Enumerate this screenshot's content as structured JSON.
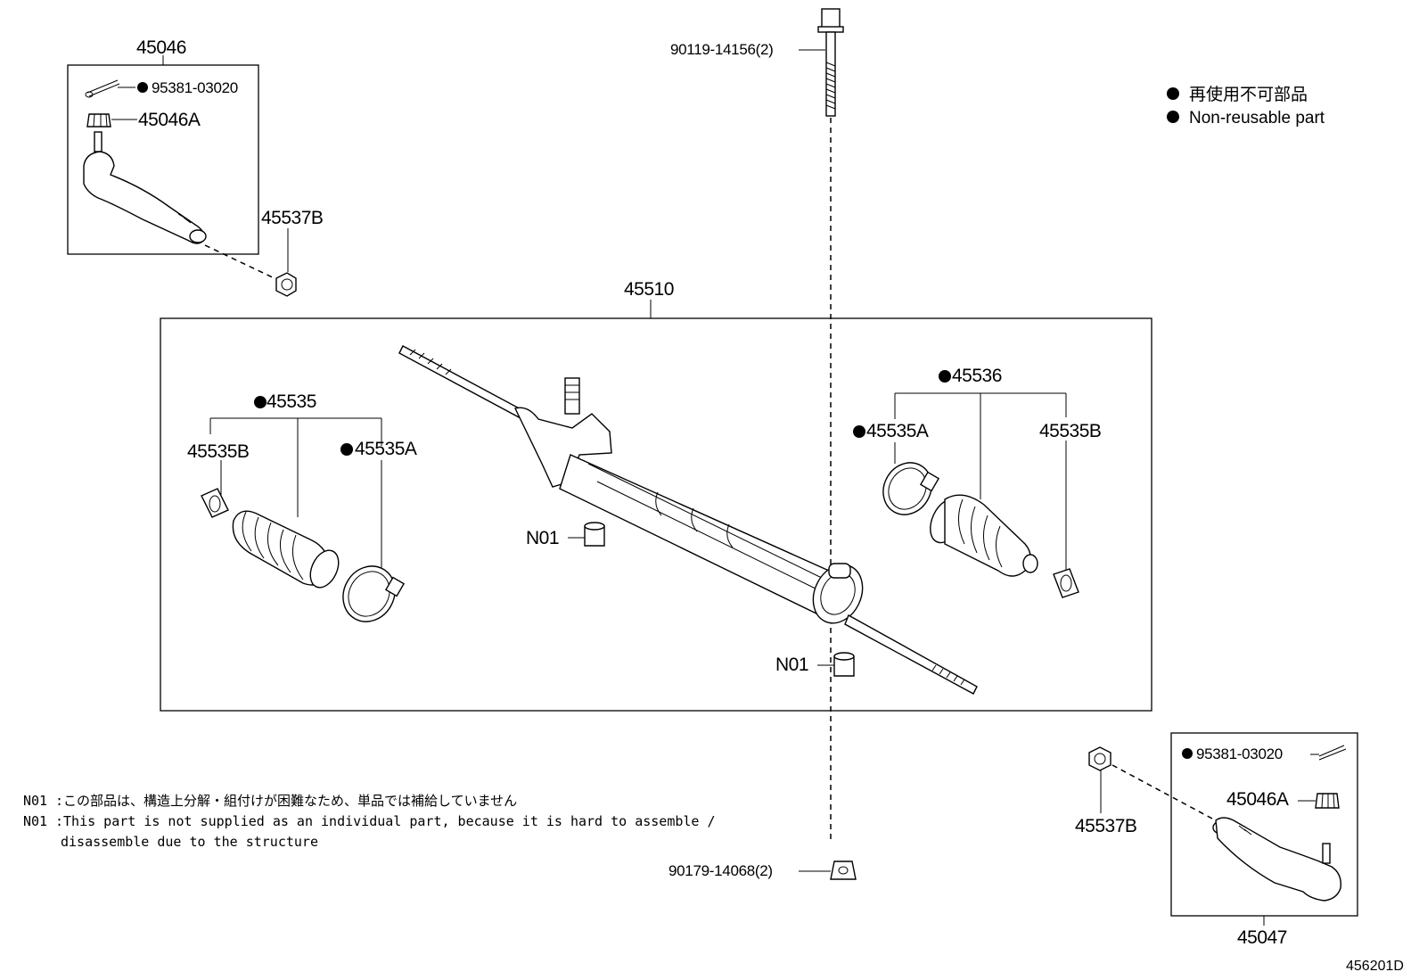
{
  "legend": {
    "jp": "再使用不可部品",
    "en": "Non-reusable part"
  },
  "parts": {
    "tie_rod_end_lh": "45046",
    "tie_rod_end_rh": "45047",
    "cotter_pin": "95381-03020",
    "nut_45046a": "45046A",
    "nut_45537b": "45537B",
    "gear_assembly": "45510",
    "boot_kit": "45535",
    "boot_kit_r": "45536",
    "clip_a": "45535A",
    "clip_b": "45535B",
    "bolt": "90119-14156(2)",
    "nut_bottom": "90179-14068(2)",
    "n01": "N01"
  },
  "notes": {
    "label1": "N01",
    "label2": "N01",
    "jp": ":この部品は、構造上分解・組付けが困難なため、単品では補給していません",
    "en_line1": ":This part is not supplied as an individual part, because it is hard to assemble /",
    "en_line2": "disassemble due to the structure"
  },
  "ref": "456201D"
}
